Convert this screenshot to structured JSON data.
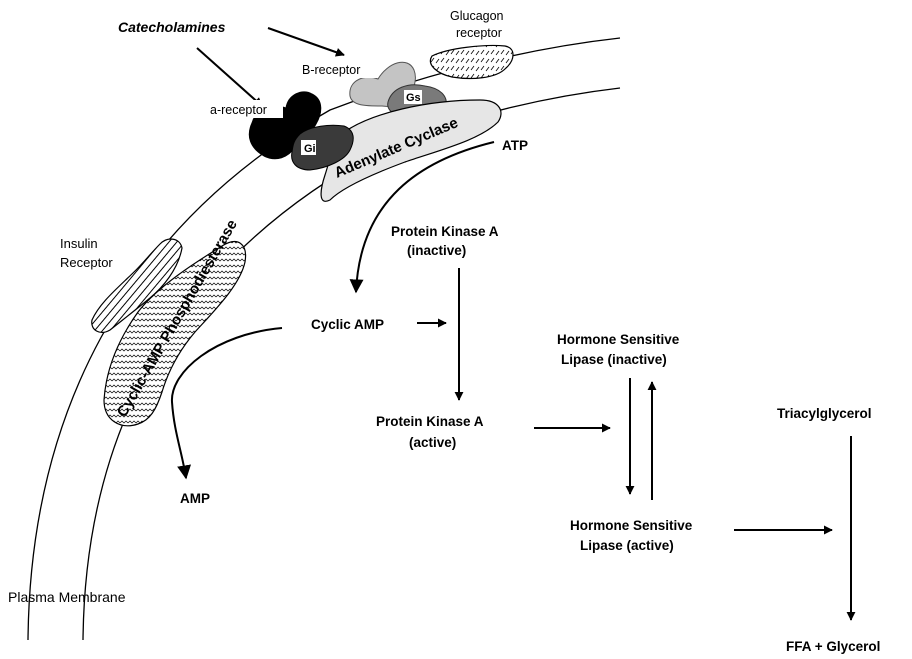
{
  "labels": {
    "catecholamines": "Catecholamines",
    "glucagon_line1": "Glucagon",
    "glucagon_line2": "receptor",
    "b_receptor": "B-receptor",
    "a_receptor": "a-receptor",
    "gs": "Gs",
    "gi": "Gi",
    "adenylate_cyclase": "Adenylate Cyclase",
    "atp": "ATP",
    "insulin_line1": "Insulin",
    "insulin_line2": "Receptor",
    "pde": "Cyclic-AMP Phosphodiesterase",
    "pka_inactive_line1": "Protein Kinase A",
    "pka_inactive_line2": "(inactive)",
    "cyclic_amp": "Cyclic AMP",
    "hsl_inactive_line1": "Hormone Sensitive",
    "hsl_inactive_line2": "Lipase (inactive)",
    "pka_active_line1": "Protein Kinase A",
    "pka_active_line2": "(active)",
    "triacylglycerol": "Triacylglycerol",
    "amp": "AMP",
    "hsl_active_line1": "Hormone Sensitive",
    "hsl_active_line2": "Lipase (active)",
    "plasma_membrane": "Plasma Membrane",
    "ffa_glycerol": "FFA + Glycerol"
  },
  "colors": {
    "a_receptor": "#000000",
    "gi": "#3a3a3a",
    "b_receptor": "#c4c4c4",
    "gs": "#7a7a7a",
    "adenylate_cyclase": "#e6e6e6"
  }
}
